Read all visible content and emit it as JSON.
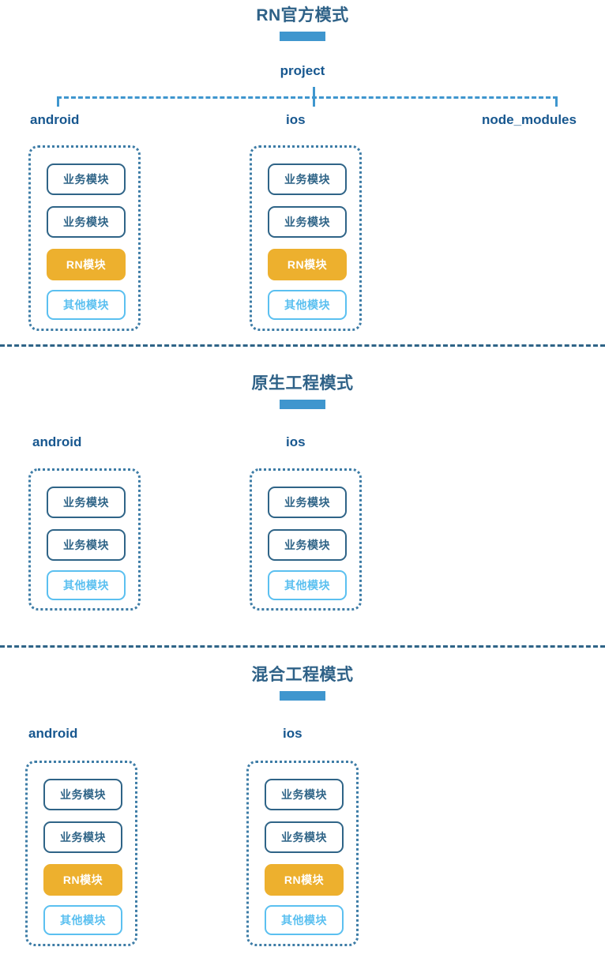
{
  "colors": {
    "title": "#2e6187",
    "accent_bar": "#3f96ce",
    "label": "#17578f",
    "package_border": "#3d7ca6",
    "biz_module": "#2f6487",
    "rn_module": "#edb02e",
    "other_module": "#5bc0f0",
    "divider": "#2f6487"
  },
  "sections": [
    {
      "id": "rn-official-mode",
      "title": "RN官方模式",
      "root_label": "project",
      "columns": [
        {
          "id": "android",
          "label": "android",
          "has_package": true,
          "modules": [
            {
              "label": "业务模块",
              "kind": "biz"
            },
            {
              "label": "业务模块",
              "kind": "biz"
            },
            {
              "label": "RN模块",
              "kind": "rn"
            },
            {
              "label": "其他模块",
              "kind": "other"
            }
          ]
        },
        {
          "id": "ios",
          "label": "ios",
          "has_package": true,
          "modules": [
            {
              "label": "业务模块",
              "kind": "biz"
            },
            {
              "label": "业务模块",
              "kind": "biz"
            },
            {
              "label": "RN模块",
              "kind": "rn"
            },
            {
              "label": "其他模块",
              "kind": "other"
            }
          ]
        },
        {
          "id": "node_modules",
          "label": "node_modules",
          "has_package": false,
          "modules": []
        }
      ]
    },
    {
      "id": "native-project-mode",
      "title": "原生工程模式",
      "root_label": "",
      "columns": [
        {
          "id": "android",
          "label": "android",
          "has_package": true,
          "modules": [
            {
              "label": "业务模块",
              "kind": "biz"
            },
            {
              "label": "业务模块",
              "kind": "biz"
            },
            {
              "label": "其他模块",
              "kind": "other"
            }
          ]
        },
        {
          "id": "ios",
          "label": "ios",
          "has_package": true,
          "modules": [
            {
              "label": "业务模块",
              "kind": "biz"
            },
            {
              "label": "业务模块",
              "kind": "biz"
            },
            {
              "label": "其他模块",
              "kind": "other"
            }
          ]
        }
      ]
    },
    {
      "id": "hybrid-project-mode",
      "title": "混合工程模式",
      "root_label": "",
      "columns": [
        {
          "id": "android",
          "label": "android",
          "has_package": true,
          "modules": [
            {
              "label": "业务模块",
              "kind": "biz"
            },
            {
              "label": "业务模块",
              "kind": "biz"
            },
            {
              "label": "RN模块",
              "kind": "rn"
            },
            {
              "label": "其他模块",
              "kind": "other"
            }
          ]
        },
        {
          "id": "ios",
          "label": "ios",
          "has_package": true,
          "modules": [
            {
              "label": "业务模块",
              "kind": "biz"
            },
            {
              "label": "业务模块",
              "kind": "biz"
            },
            {
              "label": "RN模块",
              "kind": "rn"
            },
            {
              "label": "其他模块",
              "kind": "other"
            }
          ]
        }
      ]
    }
  ]
}
